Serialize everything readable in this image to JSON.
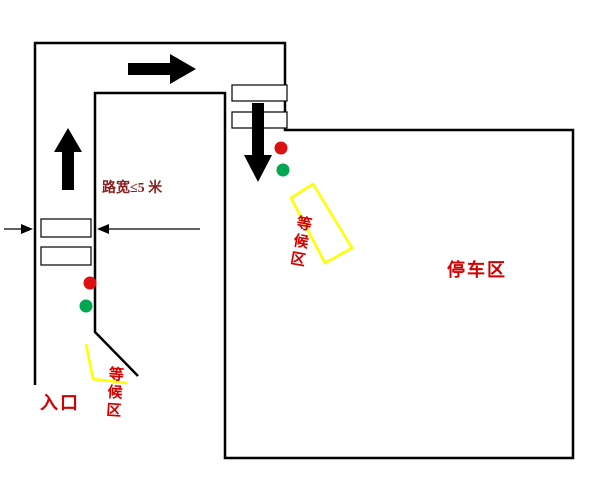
{
  "diagram": {
    "labels": {
      "entrance": "入口",
      "road_width": "路宽≤5 米",
      "waiting_area_entry": "等候区",
      "waiting_area_inner": "等候区",
      "parking_area": "停车区"
    },
    "colors": {
      "line": "#000000",
      "label_red": "#d40000",
      "road_width_text": "#8b2222",
      "marking_yellow": "#ffff00",
      "light_red": "#dd1111",
      "light_green": "#00a650",
      "gate_fill": "#ffffff",
      "background": "#ffffff"
    }
  }
}
